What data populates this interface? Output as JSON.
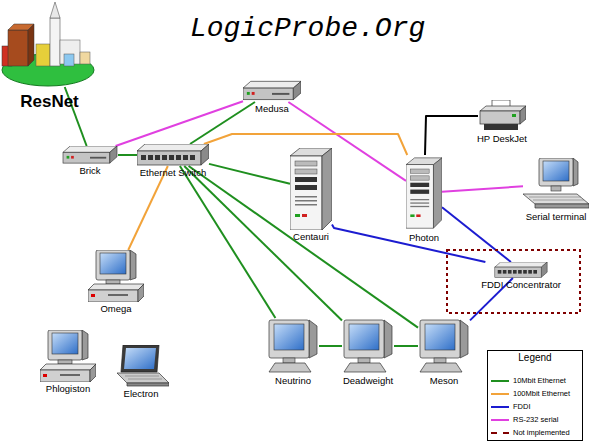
{
  "diagram": {
    "title": "LogicProbe.Org",
    "nodes": [
      {
        "text": [
          "ResNet"
        ]
      },
      {
        "text": [
          "Medusa"
        ]
      },
      {
        "text": [
          "HP DeskJet"
        ]
      },
      {
        "text": [
          "Brick"
        ]
      },
      {
        "text": [
          "Ethernet Switch"
        ]
      },
      {
        "text": [
          "Centauri"
        ]
      },
      {
        "text": [
          "Photon"
        ]
      },
      {
        "text": [
          "Serial terminal"
        ]
      },
      {
        "text": [
          "FDDI Concentrator"
        ]
      },
      {
        "text": [
          "Omega"
        ]
      },
      {
        "text": [
          "Phlogiston"
        ]
      },
      {
        "text": [
          "Electron"
        ]
      },
      {
        "text": [
          "Neutrino"
        ]
      },
      {
        "text": [
          "Deadweight"
        ]
      },
      {
        "text": [
          "Meson"
        ]
      }
    ],
    "edges": [
      {
        "from": 0,
        "to": 3,
        "arrow": "none"
      },
      {
        "from": 3,
        "to": 1,
        "arrow": "none"
      },
      {
        "from": 3,
        "to": 4,
        "arrow": "none"
      },
      {
        "from": 1,
        "to": 4,
        "arrow": "none"
      },
      {
        "from": 1,
        "to": 6,
        "arrow": "none"
      },
      {
        "from": 4,
        "to": 6,
        "arrow": "none"
      },
      {
        "from": 4,
        "to": 9,
        "arrow": "none"
      },
      {
        "from": 4,
        "to": 5,
        "arrow": "none"
      },
      {
        "from": 4,
        "to": 12,
        "arrow": "none"
      },
      {
        "from": 4,
        "to": 13,
        "arrow": "none"
      },
      {
        "from": 4,
        "to": 14,
        "arrow": "none"
      },
      {
        "from": 5,
        "to": 8,
        "arrow": "none"
      },
      {
        "from": 6,
        "to": 8,
        "arrow": "none"
      },
      {
        "from": 6,
        "to": 2,
        "arrow": "none"
      },
      {
        "from": 6,
        "to": 7,
        "arrow": "none"
      },
      {
        "from": 8,
        "to": 14,
        "arrow": "none"
      },
      {
        "from": 12,
        "to": 13,
        "arrow": "none"
      },
      {
        "from": 13,
        "to": 14,
        "arrow": "none"
      }
    ],
    "labels": [
      "Legend"
    ],
    "legend": [
      {
        "text": "10Mbit Ethernet"
      },
      {
        "text": "100Mbit Ethernet"
      },
      {
        "text": "FDDI"
      },
      {
        "text": "RS-232 serial"
      },
      {
        "text": "Not implemented"
      }
    ]
  }
}
